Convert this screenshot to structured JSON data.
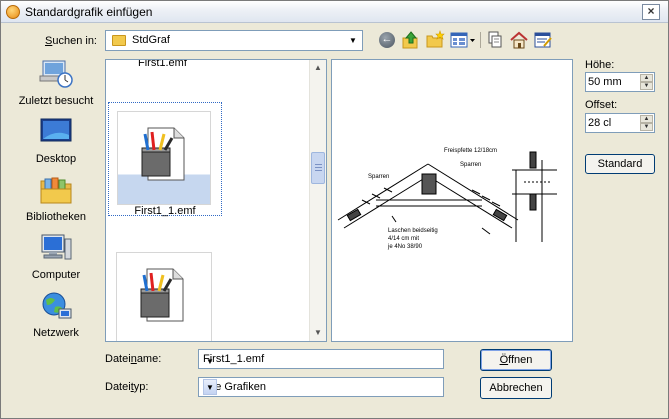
{
  "window": {
    "title": "Standardgrafik einfügen",
    "close_glyph": "×"
  },
  "lookin": {
    "label_prefix": "",
    "label_underlined": "S",
    "label_rest": "uchen in:",
    "value": "StdGraf"
  },
  "toolbar": {
    "back_glyph": "←",
    "icons": [
      "back-icon",
      "up-folder-icon",
      "new-folder-icon",
      "views-menu-icon",
      "copy-icon",
      "home-icon",
      "properties-icon"
    ]
  },
  "places": [
    {
      "label": "Zuletzt besucht",
      "icon": "recent-places-icon"
    },
    {
      "label": "Desktop",
      "icon": "desktop-icon"
    },
    {
      "label": "Bibliotheken",
      "icon": "libraries-icon"
    },
    {
      "label": "Computer",
      "icon": "computer-icon"
    },
    {
      "label": "Netzwerk",
      "icon": "network-icon"
    }
  ],
  "files": {
    "top_partial": "First1.emf",
    "selected": "First1_1.emf",
    "third": ""
  },
  "preview": {
    "label_frei": "Freispfette 12/18cm",
    "label_sparren_left": "Sparren",
    "label_sparren_right": "Sparren",
    "label_laschen_1": "Laschen beidseitig",
    "label_laschen_2": "4/14 cm mit",
    "label_laschen_3": "je 4No 38/90"
  },
  "right_panel": {
    "hoehe_label": "Höhe:",
    "hoehe_value": "50 mm",
    "offset_label": "Offset:",
    "offset_value": "28 cl",
    "standard_button": "Standard"
  },
  "bottom": {
    "filename_label_prefix": "Datei",
    "filename_label_underlined": "n",
    "filename_label_rest": "ame:",
    "filename_value": "First1_1.emf",
    "filetype_label_prefix": "Datei",
    "filetype_label_underlined": "t",
    "filetype_label_rest": "yp:",
    "filetype_value": "Alle Grafiken",
    "open_button_underlined": "Ö",
    "open_button_rest": "ffnen",
    "cancel_button": "Abbrechen"
  },
  "colors": {
    "selection": "#c6d7ef",
    "border": "#7f9db9",
    "dialog_bg": "#ece9d8"
  }
}
